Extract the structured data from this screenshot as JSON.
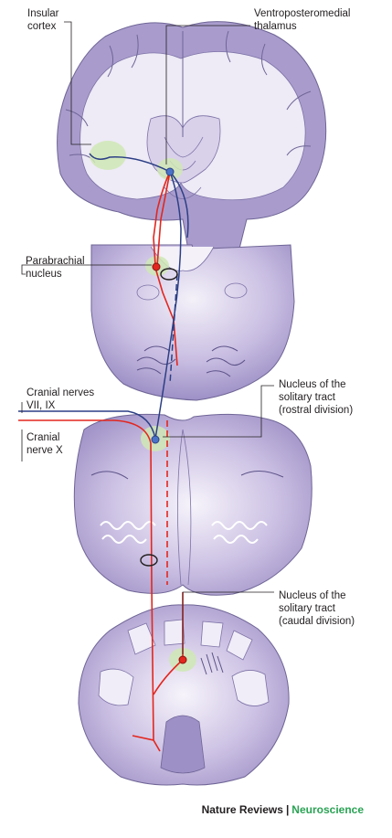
{
  "labels": {
    "insular_cortex": [
      "Insular",
      "cortex"
    ],
    "vpm_thalamus": [
      "Ventroposteromedial",
      "thalamus"
    ],
    "parabrachial": [
      "Parabrachial",
      "nucleus"
    ],
    "cranial_vii_ix": [
      "Cranial nerves",
      "VII, IX"
    ],
    "cranial_x": [
      "Cranial",
      "nerve X"
    ],
    "nts_rostral": [
      "Nucleus of the",
      "solitary tract",
      "(rostral division)"
    ],
    "nts_caudal": [
      "Nucleus of the",
      "solitary tract",
      "(caudal division)"
    ]
  },
  "credit": {
    "journal": "Nature Reviews",
    "separator": "|",
    "section": "Neuroscience"
  },
  "colors": {
    "tissue": "#a99ccd",
    "tissue_light": "#e9e3f3",
    "tissue_outline": "#6f6596",
    "red_pathway": "#e3261e",
    "blue_pathway": "#2c3f85",
    "highlight": "#cfe8b5",
    "neuroscience_green": "#2aa354"
  }
}
